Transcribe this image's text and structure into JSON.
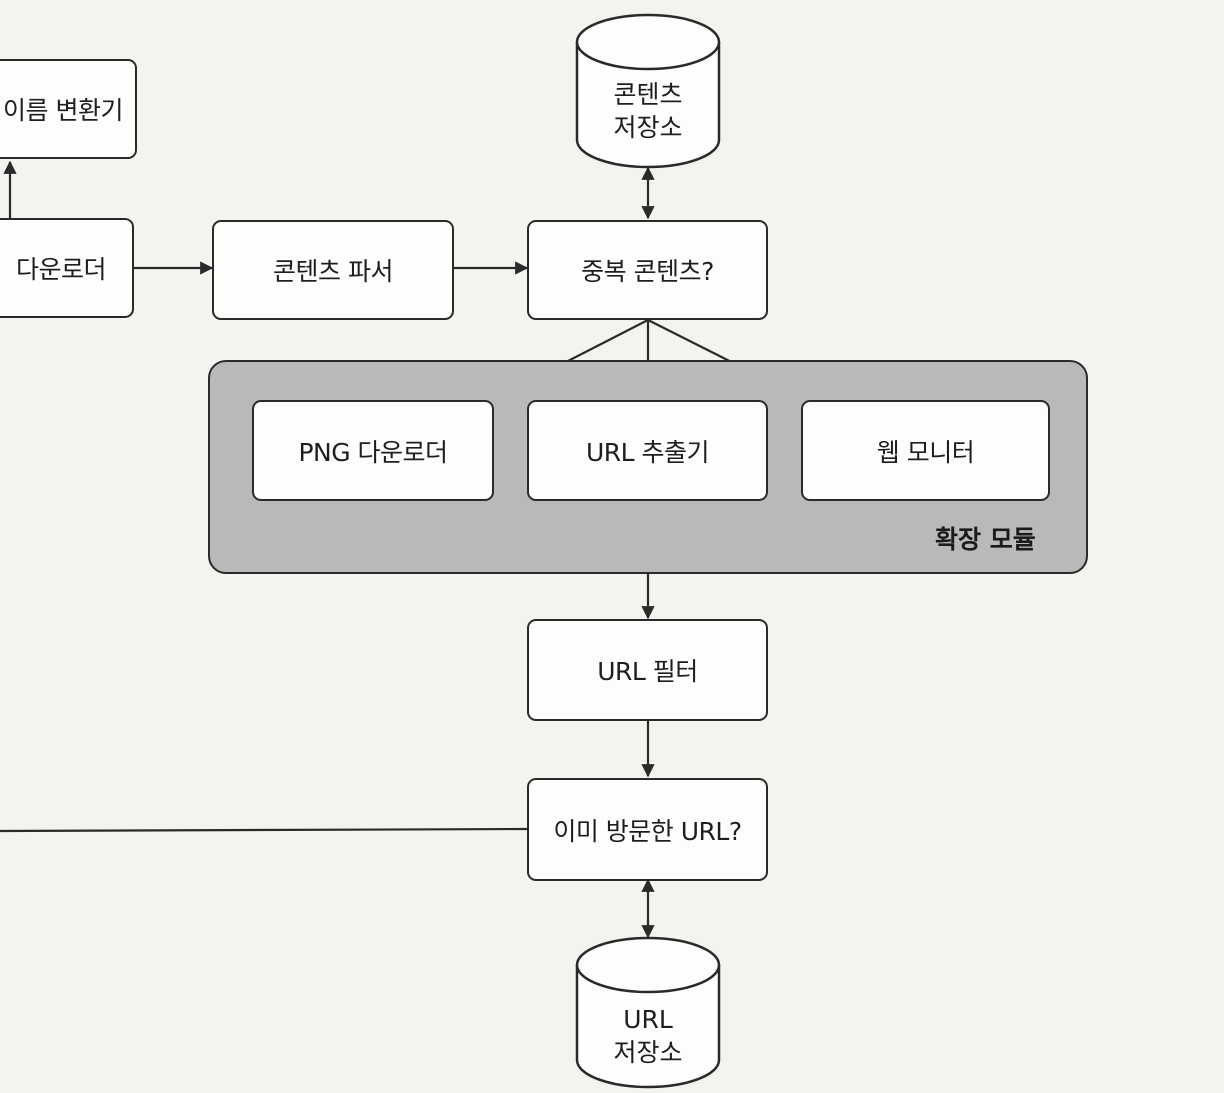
{
  "nodes": {
    "name_converter": "이름 변환기",
    "downloader": "다운로더",
    "content_parser": "콘텐츠 파서",
    "duplicate_content": "중복 콘텐츠?",
    "content_store": [
      "콘텐츠",
      "저장소"
    ],
    "png_downloader": "PNG 다운로더",
    "url_extractor": "URL 추출기",
    "web_monitor": "웹 모니터",
    "url_filter": "URL 필터",
    "visited_url": "이미 방문한 URL?",
    "url_store": [
      "URL",
      "저장소"
    ]
  },
  "group": {
    "label": "확장 모듈"
  },
  "edges": [
    {
      "from": "downloader",
      "to": "name_converter",
      "style": "arrow"
    },
    {
      "from": "downloader",
      "to": "content_parser",
      "style": "arrow"
    },
    {
      "from": "content_parser",
      "to": "duplicate_content",
      "style": "arrow"
    },
    {
      "from": "duplicate_content",
      "to": "content_store",
      "style": "bidirectional"
    },
    {
      "from": "duplicate_content",
      "to": "png_downloader",
      "style": "arrow"
    },
    {
      "from": "duplicate_content",
      "to": "url_extractor",
      "style": "arrow"
    },
    {
      "from": "duplicate_content",
      "to": "web_monitor",
      "style": "arrow"
    },
    {
      "from": "url_extractor",
      "to": "url_filter",
      "style": "arrow"
    },
    {
      "from": "url_filter",
      "to": "visited_url",
      "style": "arrow"
    },
    {
      "from": "visited_url",
      "to": "url_store",
      "style": "bidirectional"
    },
    {
      "from": "visited_url",
      "to": "offscreen-left",
      "style": "line"
    }
  ]
}
